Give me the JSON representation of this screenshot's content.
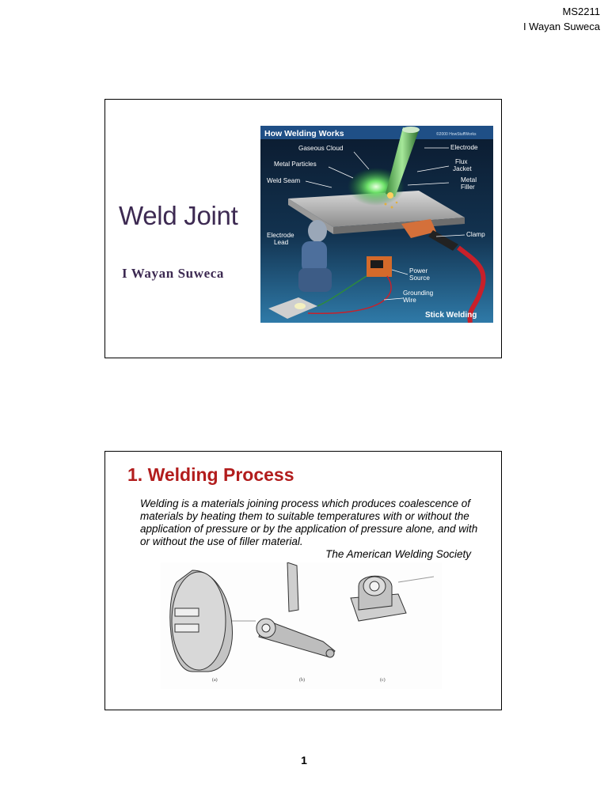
{
  "header": {
    "course": "MS2211",
    "author": "I Wayan Suweca"
  },
  "slide1": {
    "title": "Weld Joint",
    "author": "I Wayan Suweca",
    "figure": {
      "banner": "How Welding Works",
      "copyright": "©2000 HowStuffWorks",
      "footer": "Stick Welding",
      "labels": {
        "gaseous_cloud": "Gaseous Cloud",
        "metal_particles": "Metal Particles",
        "weld_seam": "Weld Seam",
        "electrode": "Electrode",
        "flux": "Flux",
        "jacket": "Jacket",
        "metal": "Metal",
        "filler": "Filler",
        "electrode2": "Electrode",
        "lead": "Lead",
        "clamp": "Clamp",
        "power": "Power",
        "source": "Source",
        "grounding": "Grounding",
        "wire": "Wire"
      }
    }
  },
  "slide2": {
    "title": "1. Welding Process",
    "quote": "Welding is a materials joining process which produces coalescence of materials by heating them to suitable temperatures with or without the application of pressure or by the application of pressure alone, and with or without the use of filler material.",
    "source": "The American Welding Society",
    "figure_captions": [
      "(a)",
      "(b)",
      "(c)"
    ]
  },
  "page_number": "1"
}
